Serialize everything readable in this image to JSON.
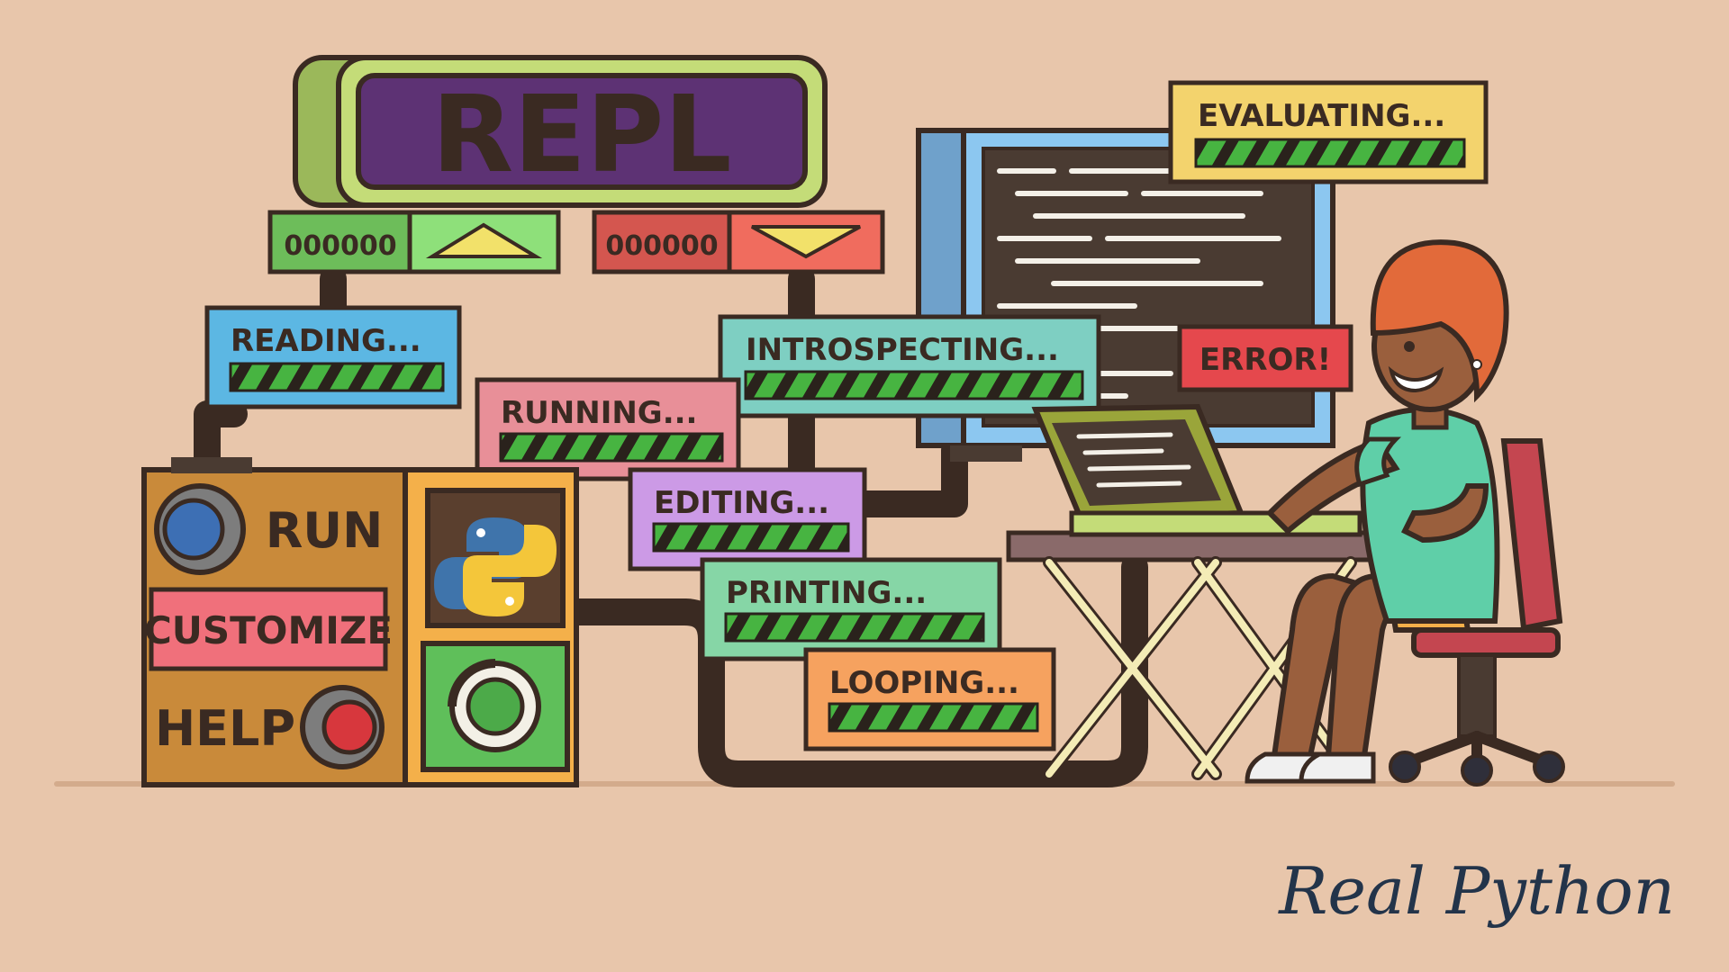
{
  "title": "REPL",
  "counters": {
    "left": "000000",
    "right": "000000"
  },
  "stages": {
    "reading": "READING...",
    "running": "RUNNING...",
    "introspecting": "INTROSPECTING...",
    "editing": "EDITING...",
    "printing": "PRINTING...",
    "looping": "LOOPING...",
    "evaluating": "EVALUATING...",
    "error": "ERROR!"
  },
  "control_panel": {
    "run": "RUN",
    "customize": "CUSTOMIZE",
    "help": "HELP"
  },
  "brand": "Real Python",
  "colors": {
    "background": "#e8c6ab",
    "repl_purple": "#5d3274",
    "lime": "#c4dc78",
    "reading_blue": "#5cb7e3",
    "running_pink": "#e88f98",
    "introspecting_teal": "#7ecfc2",
    "editing_purple": "#cc9ae6",
    "printing_green": "#86d6a6",
    "looping_orange": "#f6a25f",
    "evaluating_yellow": "#f3d36d",
    "error_red": "#e5484d",
    "progress_green": "#47b441",
    "outline": "#3a2a22",
    "brand_navy": "#23344a"
  },
  "icons": [
    "python-logo-icon",
    "up-arrow-icon",
    "down-arrow-icon",
    "blue-knob-icon",
    "red-knob-icon",
    "power-dial-icon"
  ]
}
